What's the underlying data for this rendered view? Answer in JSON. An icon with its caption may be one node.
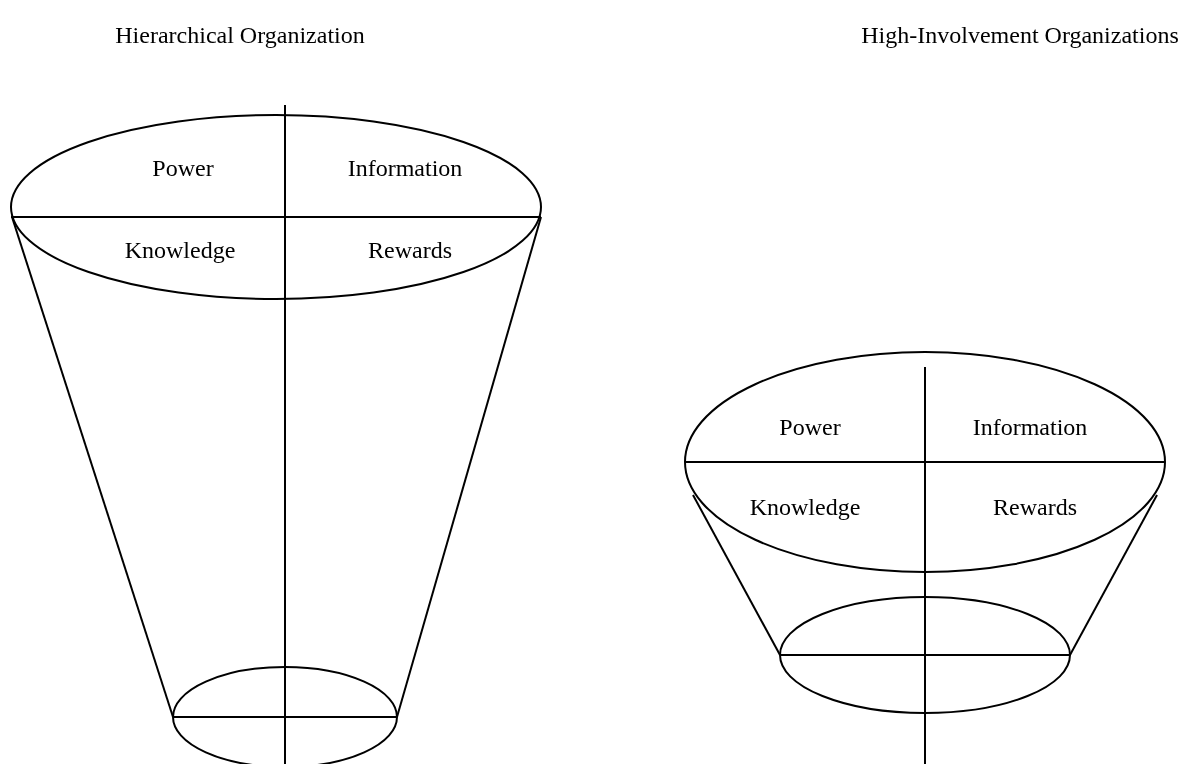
{
  "diagram": {
    "nodes": [
      {
        "text": [
          "Power",
          "Information",
          "Knowledge",
          "Rewards"
        ]
      },
      {
        "text": [
          "Power",
          "Information",
          "Knowledge",
          "Rewards"
        ]
      }
    ],
    "labels": [
      "Hierarchical Organization",
      "High-Involvement Organizations"
    ]
  }
}
